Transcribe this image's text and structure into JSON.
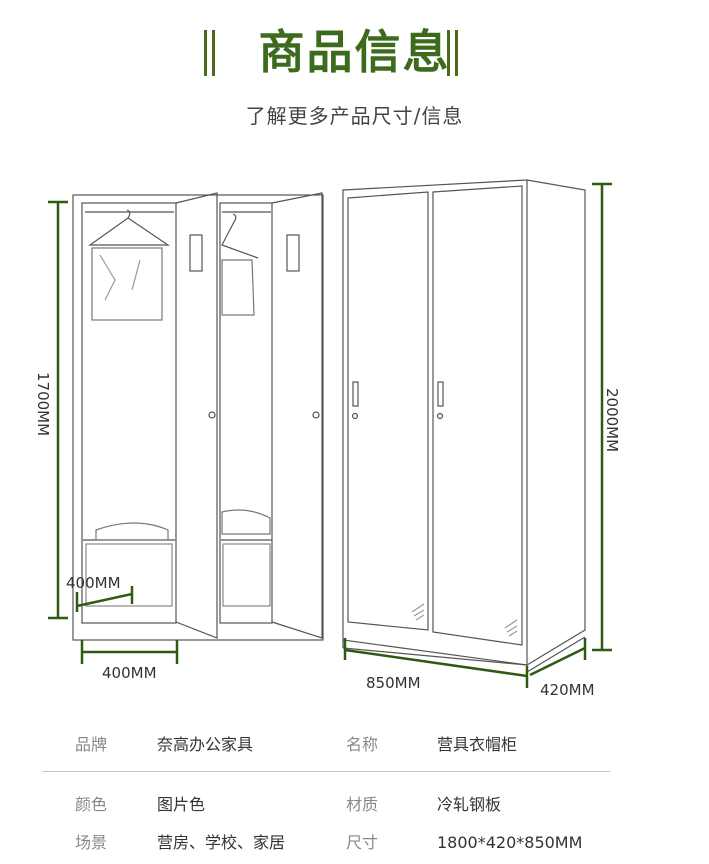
{
  "header": {
    "title": "商品信息",
    "subtitle": "了解更多产品尺寸/信息"
  },
  "dimensions": {
    "inner_height": "1700MM",
    "shelf_depth": "400MM",
    "door_width": "400MM",
    "total_width": "850MM",
    "total_depth": "420MM",
    "total_height": "2000MM"
  },
  "specs": [
    {
      "label_a": "品牌",
      "value_a": "奈高办公家具",
      "label_b": "名称",
      "value_b": "营具衣帽柜"
    },
    {
      "label_a": "颜色",
      "value_a": "图片色",
      "label_b": "材质",
      "value_b": "冷轧钢板"
    },
    {
      "label_a": "场景",
      "value_a": "营房、学校、家居",
      "label_b": "尺寸",
      "value_b": "1800*420*850MM"
    }
  ],
  "colors": {
    "title": "#3d6b1e",
    "accent": "#4a6a1c"
  }
}
